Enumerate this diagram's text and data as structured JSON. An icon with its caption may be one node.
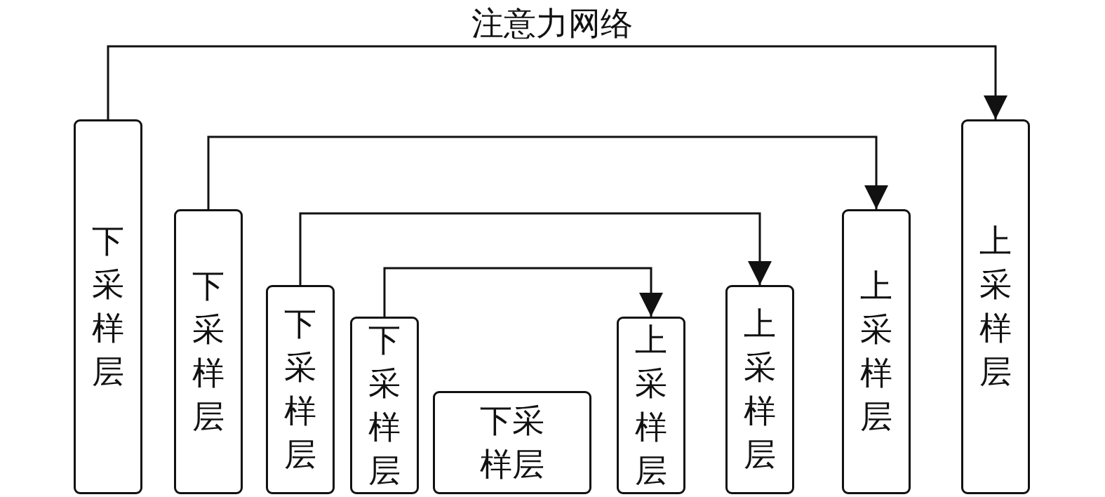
{
  "diagram": {
    "nodes": [
      {
        "text": [
          "下采样层"
        ]
      },
      {
        "text": [
          "下采样层"
        ]
      },
      {
        "text": [
          "下采样层"
        ]
      },
      {
        "text": [
          "下采样层"
        ]
      },
      {
        "text": [
          "下采样层"
        ]
      },
      {
        "text": [
          "上采样层"
        ]
      },
      {
        "text": [
          "上采样层"
        ]
      },
      {
        "text": [
          "上采样层"
        ]
      },
      {
        "text": [
          "上采样层"
        ]
      }
    ],
    "edges": [
      {
        "from": 0,
        "to": 8,
        "arrow": "to",
        "label": "注意力网络"
      },
      {
        "from": 1,
        "to": 7,
        "arrow": "to"
      },
      {
        "from": 2,
        "to": 6,
        "arrow": "to"
      },
      {
        "from": 3,
        "to": 5,
        "arrow": "to"
      }
    ]
  }
}
